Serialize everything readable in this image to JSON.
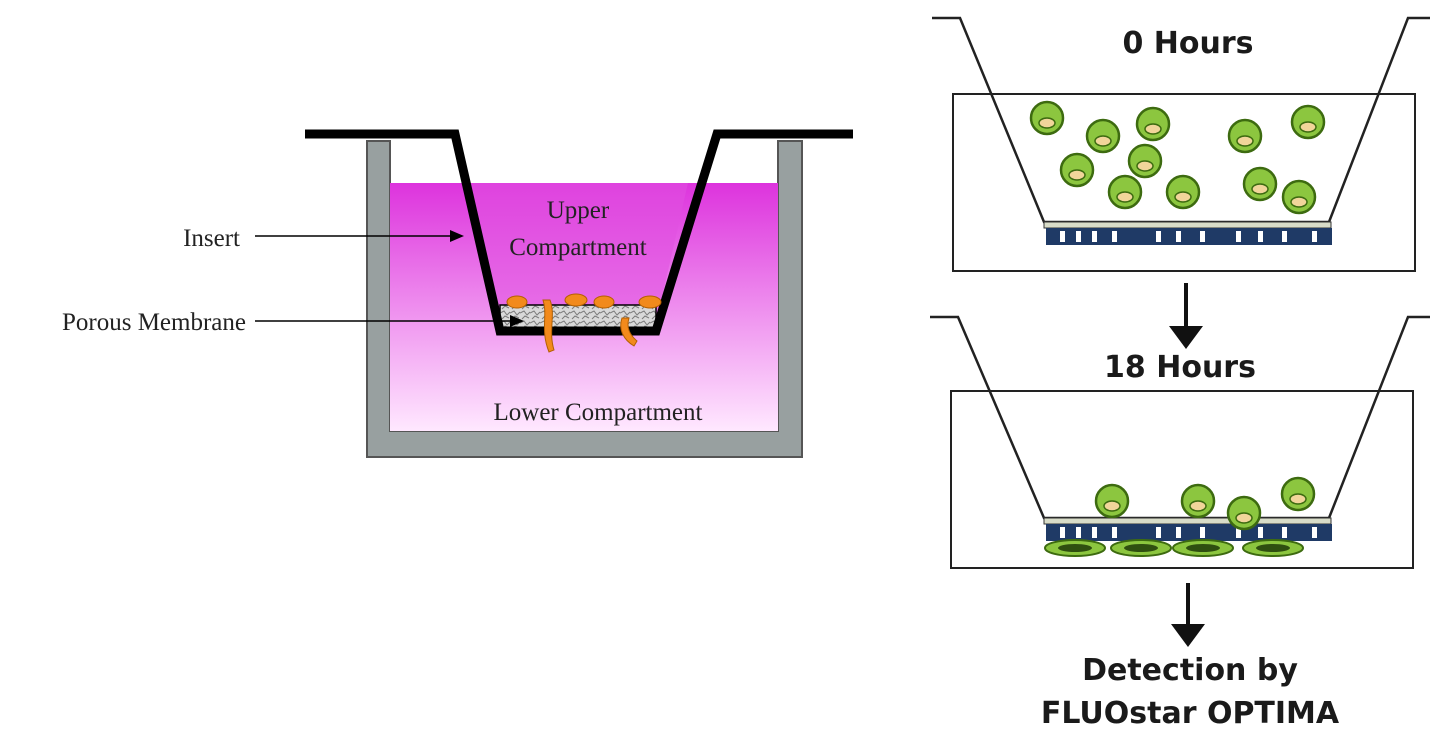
{
  "left_panel": {
    "labels": {
      "insert": "Insert",
      "porous_membrane": "Porous Membrane",
      "upper_compartment_line1": "Upper",
      "upper_compartment_line2": "Compartment",
      "lower_compartment": "Lower Compartment"
    },
    "colors": {
      "well_wall": "#98a0a0",
      "medium_top": "#dd33dd",
      "medium_bottom": "#ffe8ff",
      "insert_outline": "#000000",
      "cells": "#f28a1c",
      "cell_stroke": "#b35f00"
    }
  },
  "right_panel": {
    "stage_top_label": "0 Hours",
    "stage_bottom_label": "18 Hours",
    "detection_line1": "Detection by",
    "detection_line2": "FLUOstar OPTIMA",
    "colors": {
      "cell_fill": "#8cc63f",
      "cell_stroke": "#3d6b10",
      "nucleus_fill": "#f1d59a",
      "membrane_fill": "#1f3a66",
      "pore_fill": "#ffffff",
      "arrow": "#111111"
    }
  }
}
